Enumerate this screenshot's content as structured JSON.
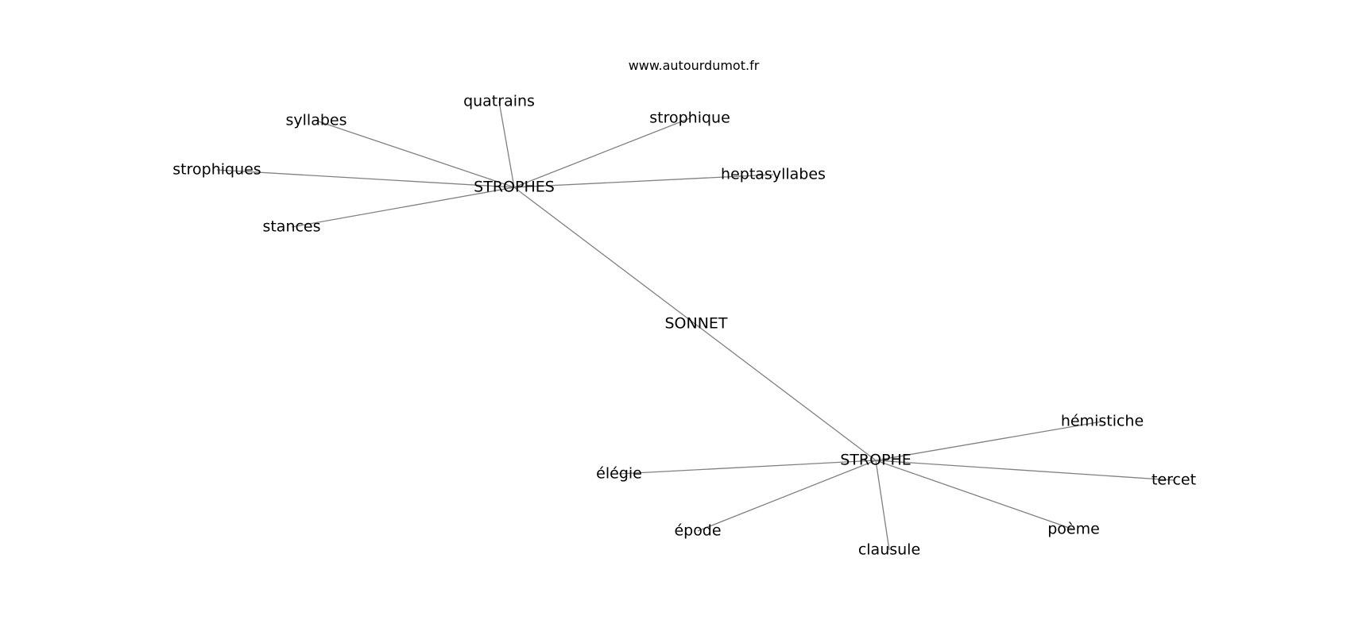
{
  "source": "www.autourdumot.fr",
  "center_word": "SONNET",
  "nodes": [
    {
      "id": "strophes",
      "label": "STROPHES"
    },
    {
      "id": "strophe",
      "label": "STROPHE"
    },
    {
      "id": "quatrains",
      "label": "quatrains"
    },
    {
      "id": "syllabes",
      "label": "syllabes"
    },
    {
      "id": "strophique",
      "label": "strophique"
    },
    {
      "id": "strophiques",
      "label": "strophiques"
    },
    {
      "id": "heptasyllabes",
      "label": "heptasyllabes"
    },
    {
      "id": "stances",
      "label": "stances"
    },
    {
      "id": "sonnet",
      "label": "SONNET"
    },
    {
      "id": "hemistiche",
      "label": "hémistiche"
    },
    {
      "id": "elegie",
      "label": "élégie"
    },
    {
      "id": "tercet",
      "label": "tercet"
    },
    {
      "id": "epode",
      "label": "épode"
    },
    {
      "id": "poeme",
      "label": "poème"
    },
    {
      "id": "clausule",
      "label": "clausule"
    }
  ],
  "edges": [
    [
      "strophes",
      "quatrains"
    ],
    [
      "strophes",
      "syllabes"
    ],
    [
      "strophes",
      "strophique"
    ],
    [
      "strophes",
      "strophiques"
    ],
    [
      "strophes",
      "heptasyllabes"
    ],
    [
      "strophes",
      "stances"
    ],
    [
      "strophes",
      "strophe"
    ],
    [
      "strophe",
      "hemistiche"
    ],
    [
      "strophe",
      "elegie"
    ],
    [
      "strophe",
      "tercet"
    ],
    [
      "strophe",
      "epode"
    ],
    [
      "strophe",
      "poeme"
    ],
    [
      "strophe",
      "clausule"
    ]
  ]
}
